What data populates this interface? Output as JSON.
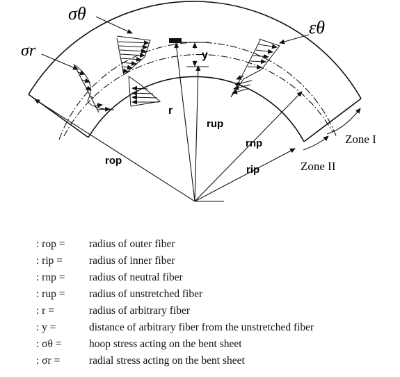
{
  "diagram": {
    "labels": {
      "sigma_theta": "σθ",
      "sigma_r": "σr",
      "epsilon_theta": "εθ",
      "y": "y",
      "r": "r",
      "r_up": "rup",
      "r_np": "rnp",
      "r_op": "rop",
      "r_ip": "rip",
      "zone1": "Zone I",
      "zone2": "Zone II"
    }
  },
  "legend": {
    "items": [
      {
        "symbol": ": rop =",
        "description": "radius of outer fiber"
      },
      {
        "symbol": ": rip =",
        "description": "radius of inner fiber"
      },
      {
        "symbol": ": rnp =",
        "description": "radius of neutral fiber"
      },
      {
        "symbol": ": rup =",
        "description": "radius of unstretched fiber"
      },
      {
        "symbol": ": r =",
        "description": "radius of arbitrary fiber"
      },
      {
        "symbol": ": y =",
        "description": "distance of arbitrary fiber from the unstretched fiber"
      },
      {
        "symbol": ": σθ =",
        "description": "hoop stress acting on the bent sheet"
      },
      {
        "symbol": ": σr =",
        "description": "radial stress acting on the bent sheet"
      }
    ]
  }
}
